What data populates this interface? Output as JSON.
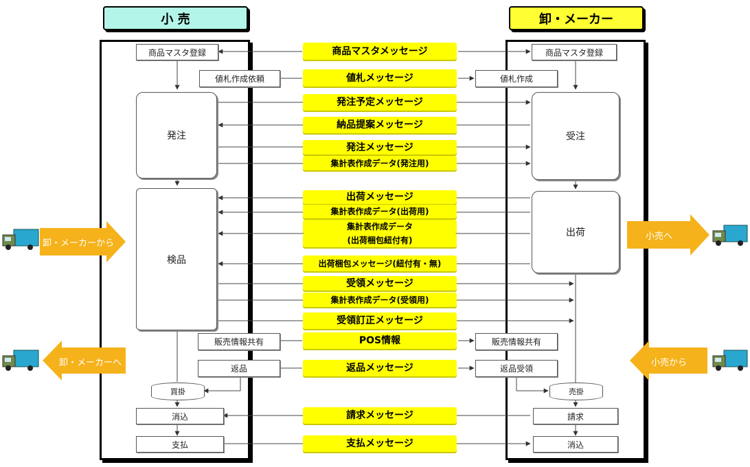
{
  "left_header": "小 売",
  "right_header": "卸・メーカー",
  "colors": {
    "left_header_bg": "#b3f5e8",
    "right_header_bg": "#ffff33",
    "message_bg": "#ffff00",
    "external_arrow": "#f5b21a",
    "truck_cab": "#6f8a4a",
    "truck_box": "#2aa7cf"
  },
  "left_nodes": {
    "product_master": "商品マスタ登録",
    "price_tag_request": "値札作成依頼",
    "order": "発注",
    "inspection": "検品",
    "sales_info": "販売情報共有",
    "returns": "返品",
    "payable": "買掛",
    "reconcile": "消込",
    "payment": "支払"
  },
  "right_nodes": {
    "product_master": "商品マスタ登録",
    "price_tag": "値札作成",
    "order_receipt": "受注",
    "shipping": "出荷",
    "sales_info": "販売情報共有",
    "return_receipt": "返品受領",
    "receivable": "売掛",
    "invoice": "請求",
    "reconcile": "消込"
  },
  "messages": [
    "商品マスタメッセージ",
    "値札メッセージ",
    "発注予定メッセージ",
    "納品提案メッセージ",
    "発注メッセージ",
    "集計表作成データ(発注用)",
    "出荷メッセージ",
    "集計表作成データ(出荷用)",
    "集計表作成データ",
    "(出荷梱包紐付有)",
    "出荷梱包メッセージ(紐付有・無)",
    "受領メッセージ",
    "集計表作成データ(受領用)",
    "受領訂正メッセージ",
    "POS情報",
    "返品メッセージ",
    "請求メッセージ",
    "支払メッセージ"
  ],
  "external": {
    "from_wholesaler": "卸・メーカーから",
    "to_wholesaler": "卸・メーカーへ",
    "to_retailer": "小売へ",
    "from_retailer": "小売から"
  }
}
